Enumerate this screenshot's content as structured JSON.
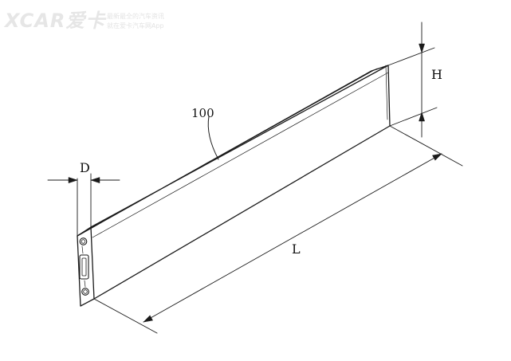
{
  "watermark": {
    "brand": "XCAR爱卡",
    "line1": "最新最全的汽车资讯",
    "line2": "就在爱卡汽车网App"
  },
  "labels": {
    "part": "100",
    "depth": "D",
    "height": "H",
    "length": "L"
  },
  "colors": {
    "line": "#1a1a1a",
    "background": "#ffffff",
    "watermark": "#e6e6e6"
  }
}
